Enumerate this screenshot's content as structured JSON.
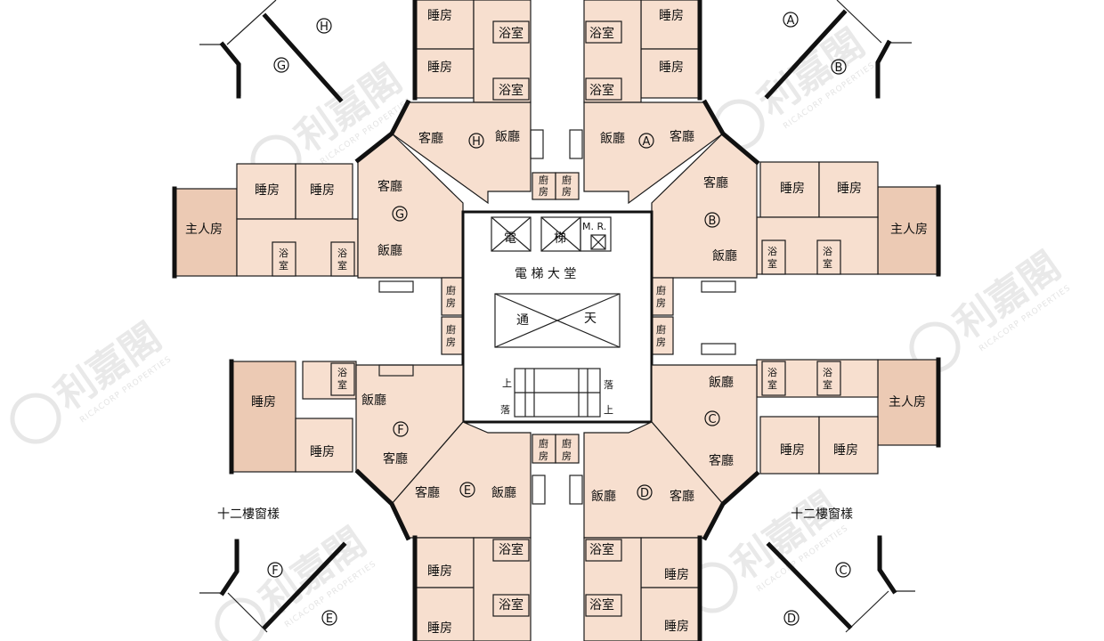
{
  "labels": {
    "bedroom": "睡房",
    "master_bedroom": "主人房",
    "bathroom": "浴室",
    "bath_split_top": "浴",
    "bath_split_bottom": "室",
    "living_room": "客廳",
    "dining_room": "飯廳",
    "kitchen_top": "廚",
    "kitchen_bottom": "房",
    "lift_1": "電",
    "lift_2": "梯",
    "machine_room": "M. R.",
    "lift_lobby": "電 梯 大 堂",
    "lightwell_1": "通",
    "lightwell_2": "天",
    "stair_up": "上",
    "stair_down": "落",
    "bay_window_note": "十二樓窗樣"
  },
  "units": [
    "A",
    "B",
    "C",
    "D",
    "E",
    "F",
    "G",
    "H"
  ],
  "watermark": {
    "brand": "利嘉閣",
    "sub": "RICACORP PROPERTIES"
  },
  "colors": {
    "room_fill": "#f7dfcf",
    "room_dark": "#eccab4",
    "wall": "#111111",
    "watermark": "#cfcfcf"
  }
}
